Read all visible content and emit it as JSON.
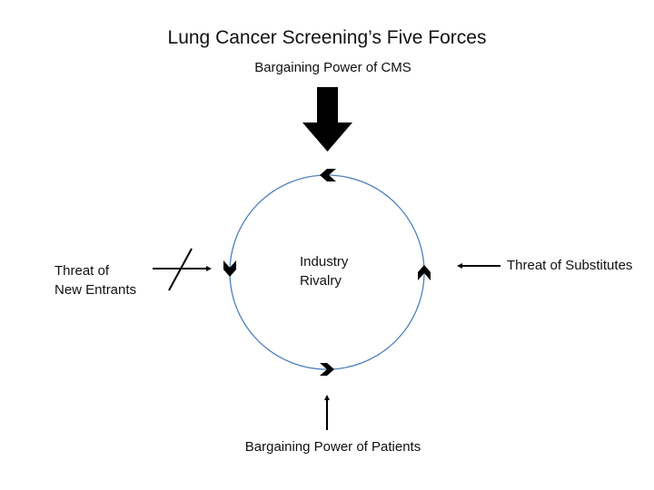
{
  "title": "Lung Cancer Screening’s Five Forces",
  "forces": {
    "top": {
      "label": "Bargaining Power of CMS",
      "arrow": "large-thick-down-arrow"
    },
    "bottom": {
      "label": "Bargaining Power of Patients",
      "arrow": "thin-up-arrow"
    },
    "left": {
      "label": "Threat of New Entrants",
      "line1": "Threat of",
      "line2": "New Entrants",
      "arrow": "crossed-out-right-arrow"
    },
    "right": {
      "label": "Threat of Substitutes",
      "arrow": "thin-left-arrow"
    },
    "center": {
      "label": "Industry Rivalry",
      "line1": "Industry",
      "line2": "Rivalry"
    }
  },
  "cycle": {
    "shape": "circle",
    "direction": "counter-clockwise",
    "stroke_color": "#4f81bd",
    "chevrons": [
      "left-pointing-top",
      "down-pointing-left",
      "right-pointing-bottom",
      "up-pointing-right"
    ]
  }
}
